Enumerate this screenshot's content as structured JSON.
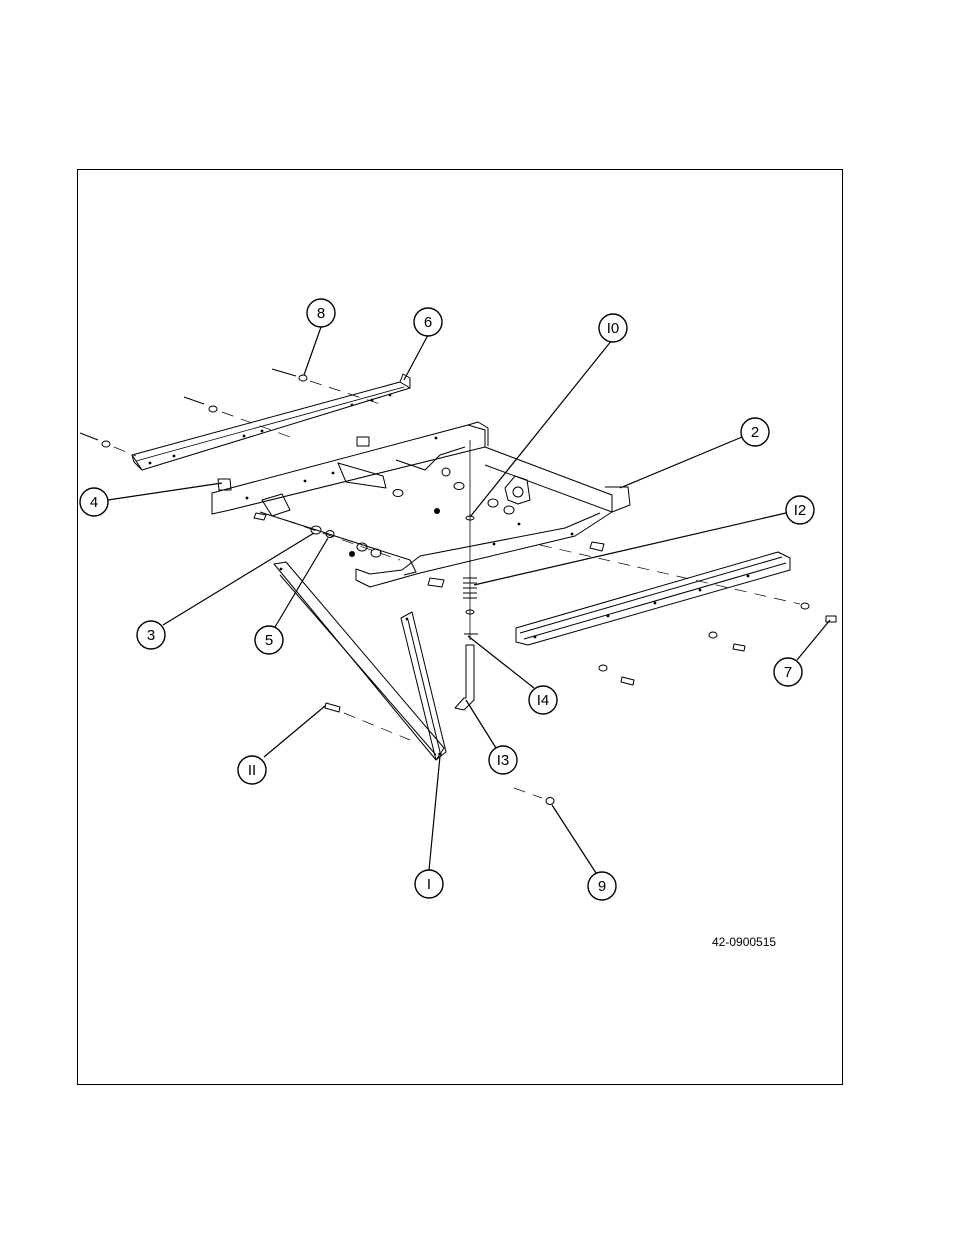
{
  "drawing_number": "42-0900515",
  "callouts": [
    {
      "id": "1",
      "label": "I"
    },
    {
      "id": "2",
      "label": "2"
    },
    {
      "id": "3",
      "label": "3"
    },
    {
      "id": "4",
      "label": "4"
    },
    {
      "id": "5",
      "label": "5"
    },
    {
      "id": "6",
      "label": "6"
    },
    {
      "id": "7",
      "label": "7"
    },
    {
      "id": "8",
      "label": "8"
    },
    {
      "id": "9",
      "label": "9"
    },
    {
      "id": "10",
      "label": "I0"
    },
    {
      "id": "11",
      "label": "II"
    },
    {
      "id": "12",
      "label": "I2"
    },
    {
      "id": "13",
      "label": "I3"
    },
    {
      "id": "14",
      "label": "I4"
    }
  ]
}
